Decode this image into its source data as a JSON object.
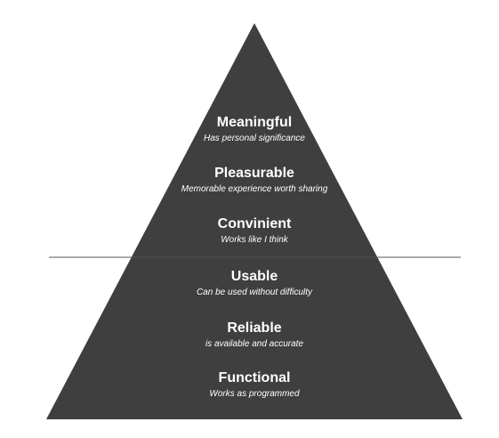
{
  "colors": {
    "pyramid_fill": "#3f3f3f",
    "divider_line": "#555555",
    "text": "#ffffff",
    "background": "#ffffff"
  },
  "levels": [
    {
      "title": "Meaningful",
      "description": "Has personal significance"
    },
    {
      "title": "Pleasurable",
      "description": "Memorable experience worth sharing"
    },
    {
      "title": "Convinient",
      "description": "Works like I think"
    },
    {
      "title": "Usable",
      "description": "Can be used without difficulty"
    },
    {
      "title": "Reliable",
      "description": "is available and accurate"
    },
    {
      "title": "Functional",
      "description": "Works as programmed"
    }
  ]
}
